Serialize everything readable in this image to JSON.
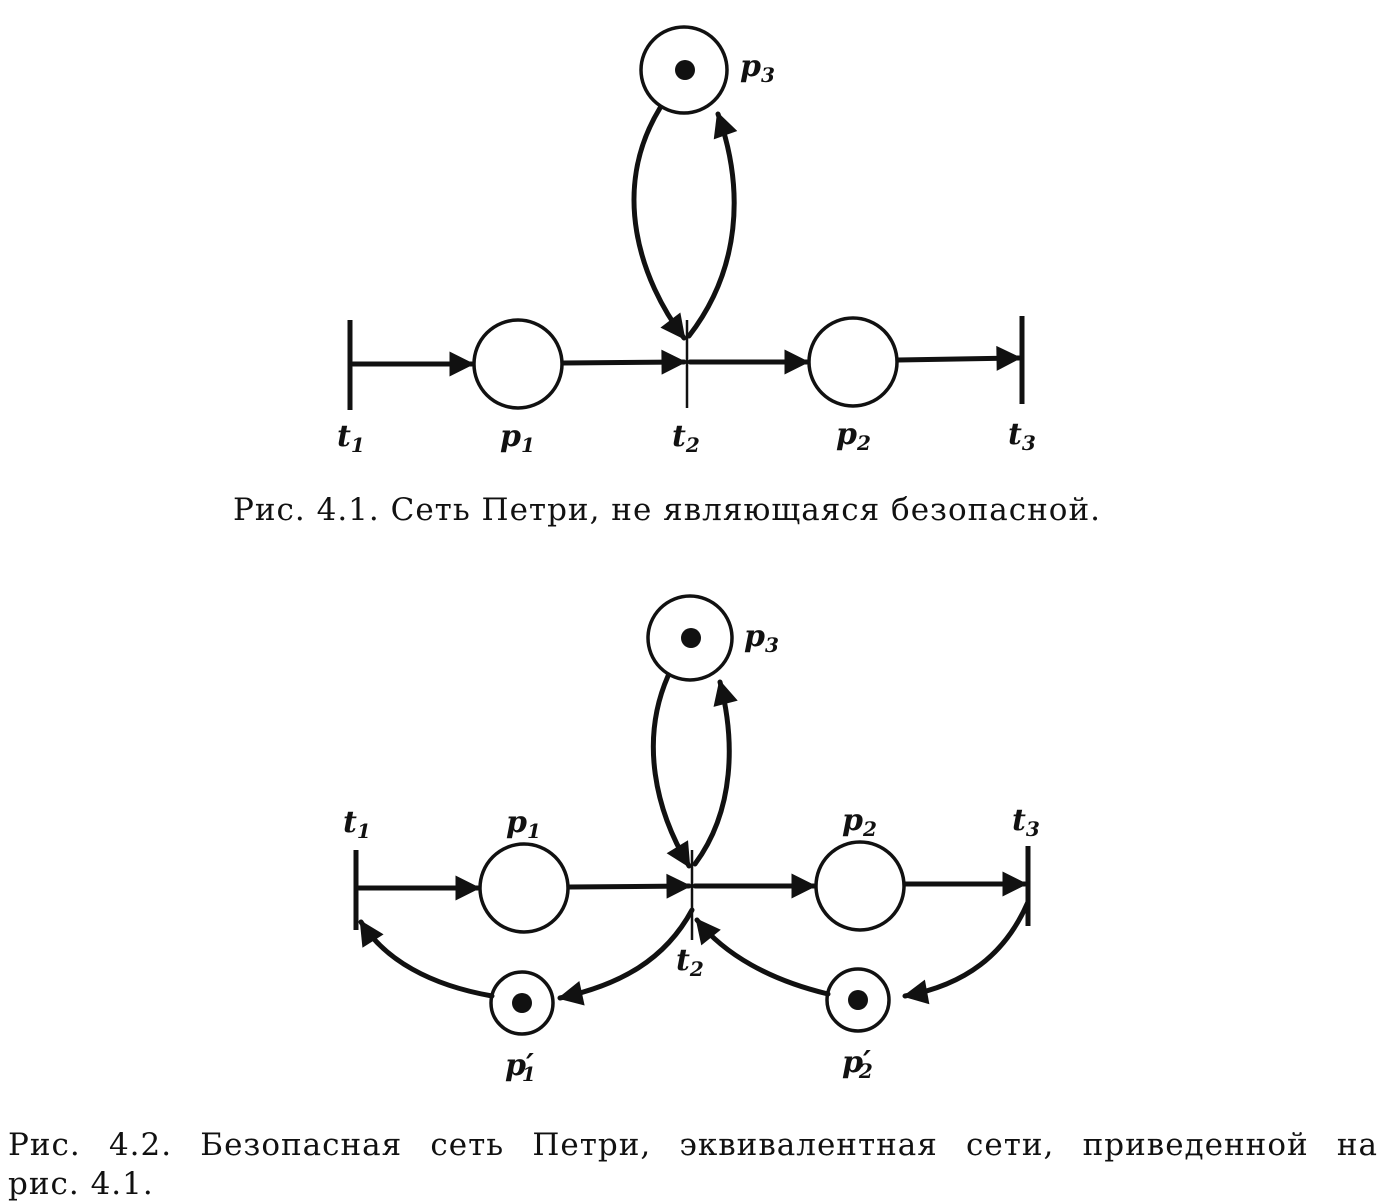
{
  "figure1": {
    "labels": {
      "t1": "t",
      "t1_sub": "1",
      "p1": "p",
      "p1_sub": "1",
      "t2": "t",
      "t2_sub": "2",
      "p2": "p",
      "p2_sub": "2",
      "t3": "t",
      "t3_sub": "3",
      "p3": "p",
      "p3_sub": "3"
    },
    "tokens": {
      "p1": 0,
      "p2": 0,
      "p3": 1
    },
    "caption": "Рис. 4.1. Сеть Петри, не являющаяся безопасной."
  },
  "figure2": {
    "labels": {
      "t1": "t",
      "t1_sub": "1",
      "p1": "p",
      "p1_sub": "1",
      "t2": "t",
      "t2_sub": "2",
      "p2": "p",
      "p2_sub": "2",
      "t3": "t",
      "t3_sub": "3",
      "p3": "p",
      "p3_sub": "3",
      "p1prime": "p′",
      "p1prime_sub": "1",
      "p2prime": "p′",
      "p2prime_sub": "2"
    },
    "tokens": {
      "p1": 0,
      "p2": 0,
      "p3": 1,
      "p1prime": 1,
      "p2prime": 1
    },
    "caption_line1": "Рис. 4.2. Безопасная сеть Петри, эквивалентная сети, приведенной на",
    "caption_line2": "рис. 4.1."
  }
}
